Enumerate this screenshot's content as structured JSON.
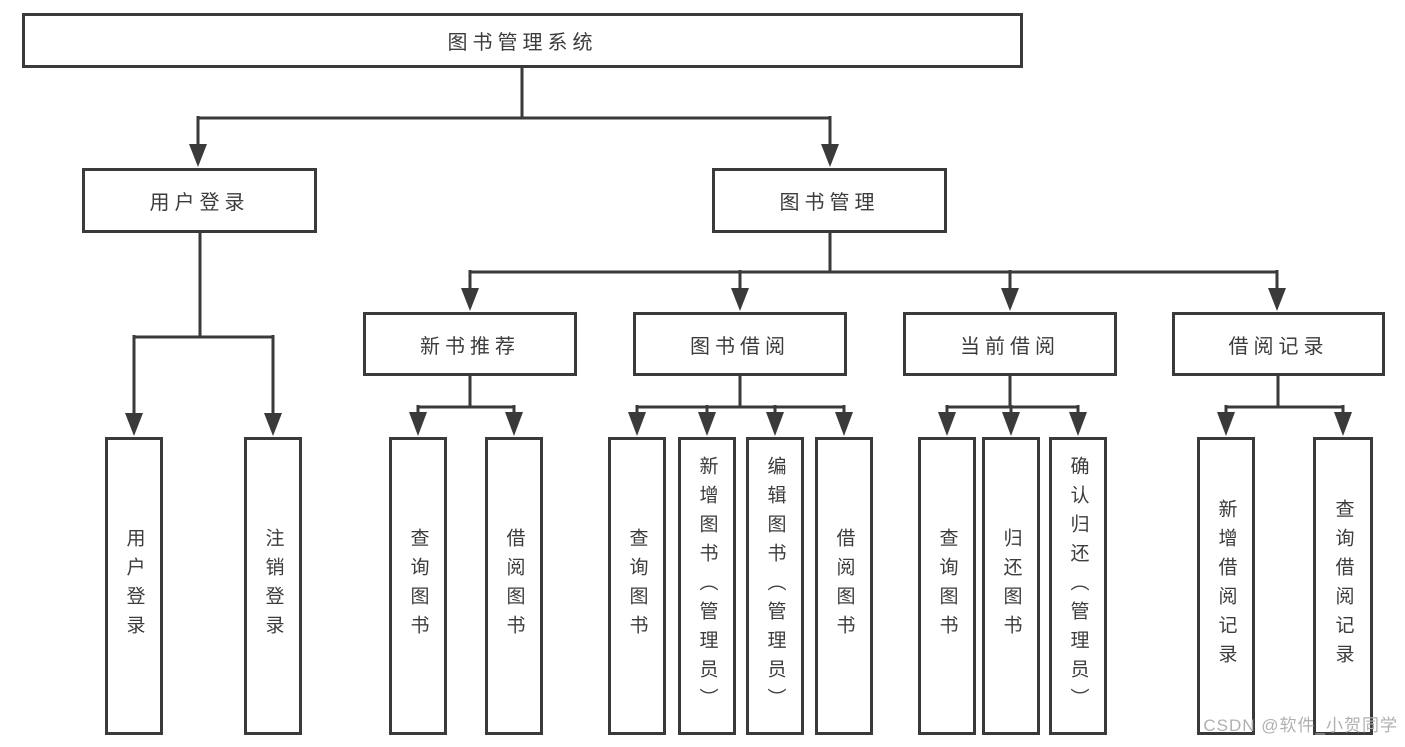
{
  "tree": {
    "label": "图书管理系统",
    "children": [
      {
        "label": "用户登录",
        "children": [
          {
            "label": "用户登录"
          },
          {
            "label": "注销登录"
          }
        ]
      },
      {
        "label": "图书管理",
        "children": [
          {
            "label": "新书推荐",
            "children": [
              {
                "label": "查询图书"
              },
              {
                "label": "借阅图书"
              }
            ]
          },
          {
            "label": "图书借阅",
            "children": [
              {
                "label": "查询图书"
              },
              {
                "label": "新增图书（管理员）"
              },
              {
                "label": "编辑图书（管理员）"
              },
              {
                "label": "借阅图书"
              }
            ]
          },
          {
            "label": "当前借阅",
            "children": [
              {
                "label": "查询图书"
              },
              {
                "label": "归还图书"
              },
              {
                "label": "确认归还（管理员）"
              }
            ]
          },
          {
            "label": "借阅记录",
            "children": [
              {
                "label": "新增借阅记录"
              },
              {
                "label": "查询借阅记录"
              }
            ]
          }
        ]
      }
    ]
  },
  "watermark": {
    "text": "CSDN @软件_小贺同学"
  },
  "colors": {
    "line": "#3a3a3a",
    "text": "#3c3c3c",
    "background": "#ffffff",
    "watermark": "#b0b0b0"
  }
}
